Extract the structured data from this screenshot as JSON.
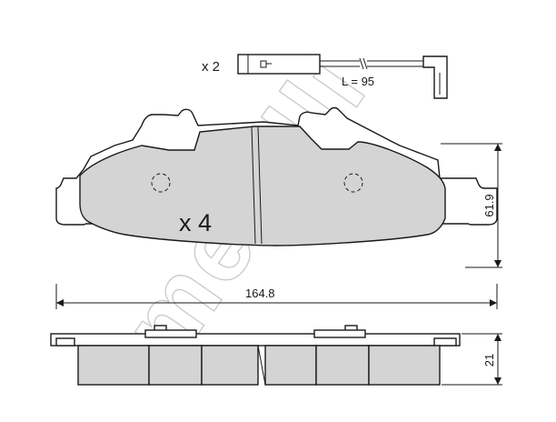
{
  "brand": {
    "watermark": "metelli"
  },
  "sensor": {
    "quantity_label": "x 2",
    "length_label": "L = 95"
  },
  "pad": {
    "quantity_label": "x 4"
  },
  "dimensions": {
    "width_label": "164.8",
    "height_label": "61.9",
    "thickness_label": "21"
  },
  "colors": {
    "pad_fill": "#d4d4d4",
    "line": "#1a1a1a",
    "watermark": "#c9c9c9"
  }
}
